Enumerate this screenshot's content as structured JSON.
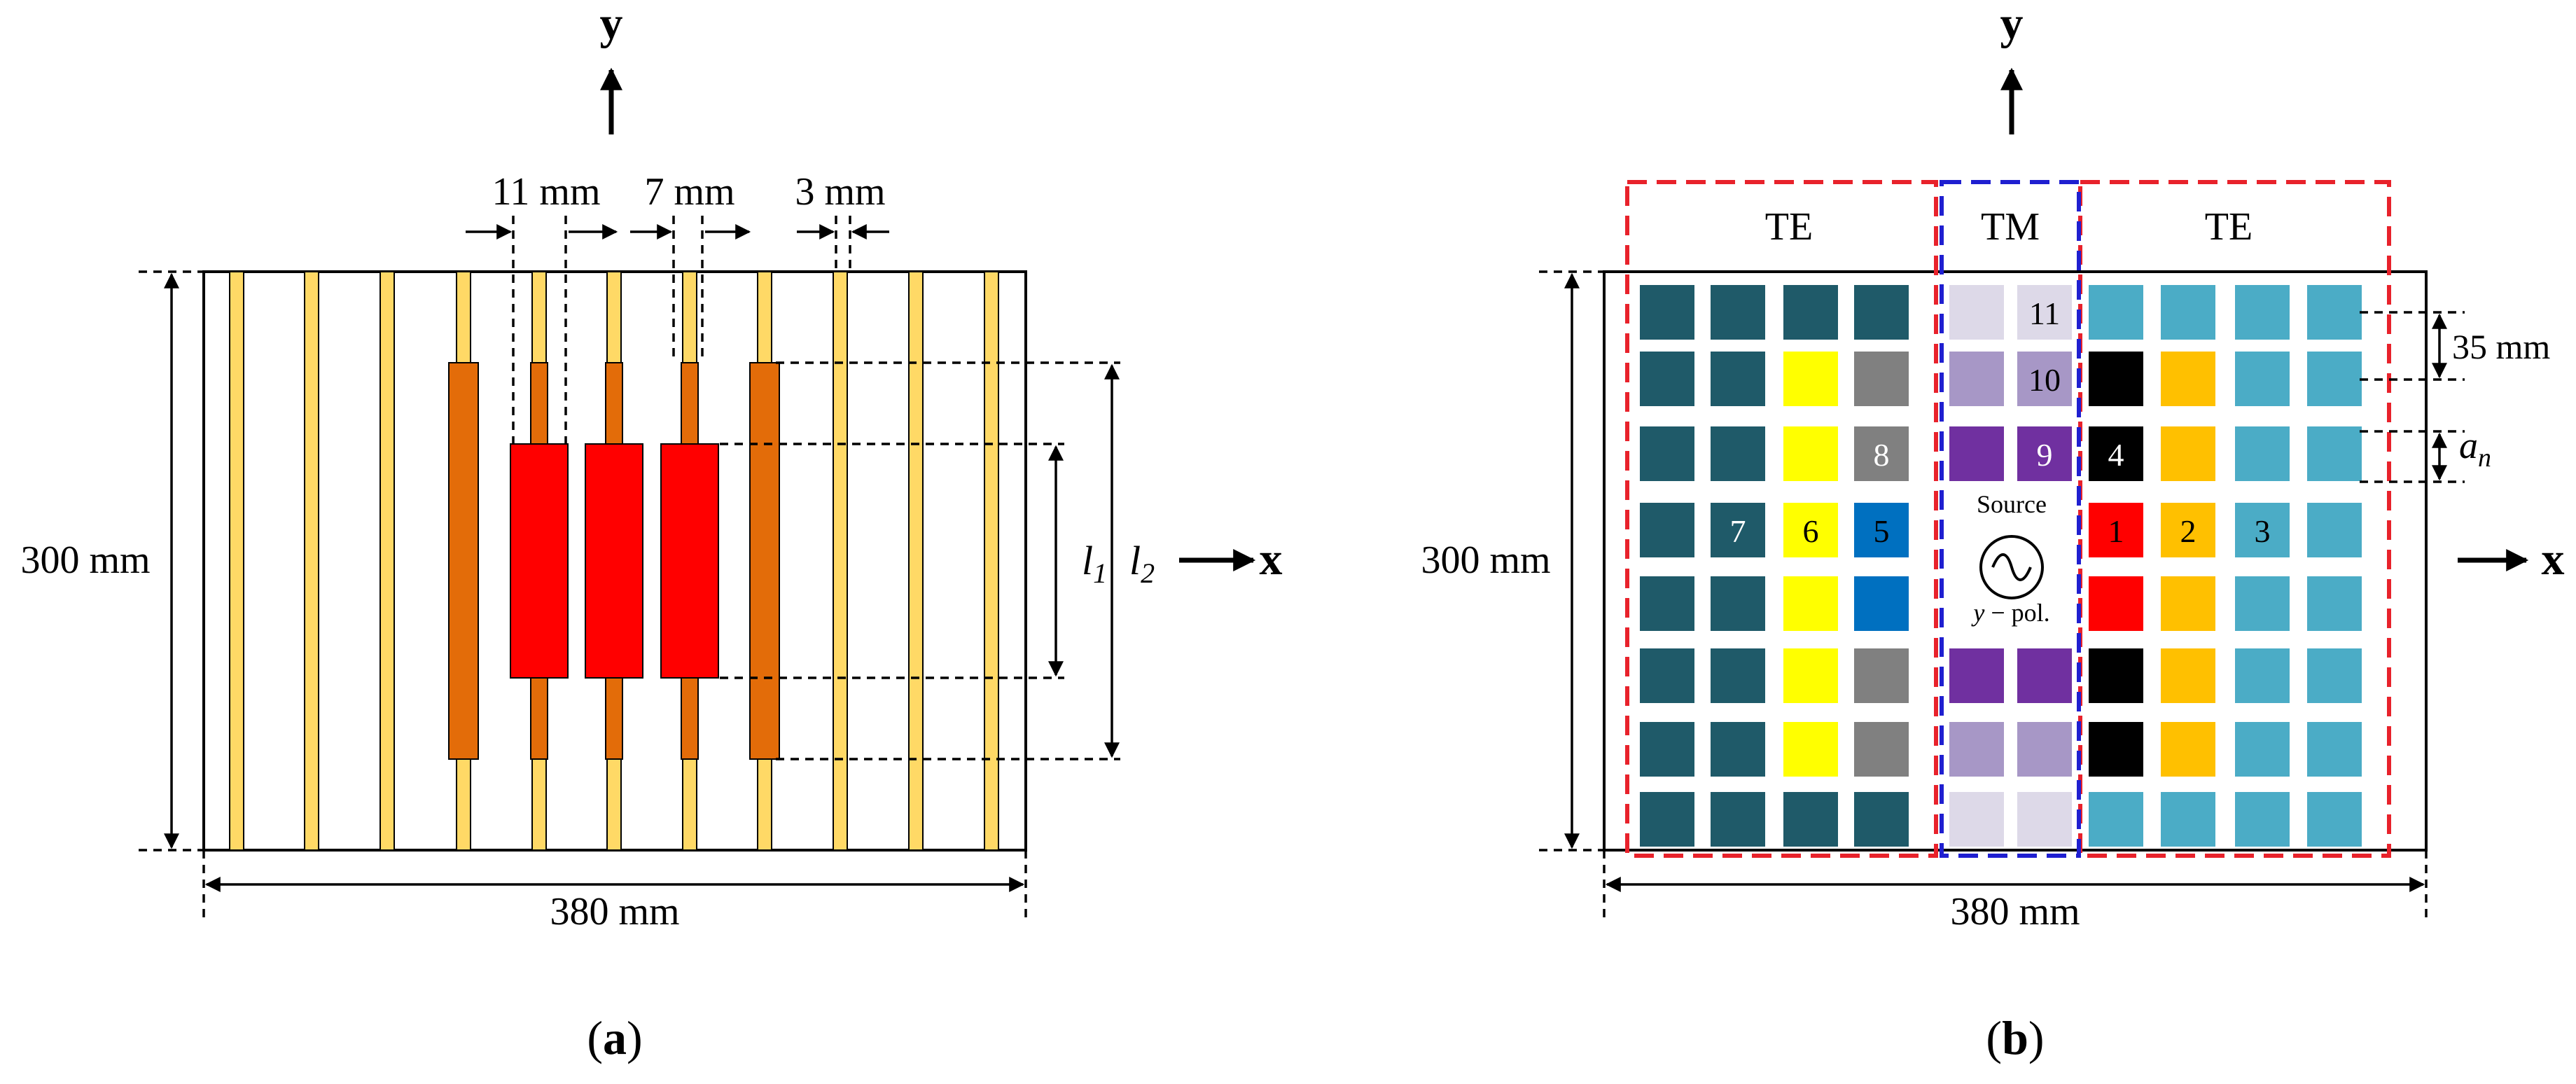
{
  "axes": {
    "x": "x",
    "y": "y"
  },
  "panel_a": {
    "caption_open": "(",
    "caption_letter": "a",
    "caption_close": ")",
    "dim_11": "11 mm",
    "dim_7": "7 mm",
    "dim_3": "3 mm",
    "height": "300 mm",
    "width": "380 mm",
    "l1": "l",
    "l1_sub": "1",
    "l2": "l",
    "l2_sub": "2",
    "colors": {
      "wire": "#FFD966",
      "mid": "#E36C09",
      "inner": "#FF0000",
      "outline": "#000000"
    }
  },
  "panel_b": {
    "caption_open": "(",
    "caption_letter": "b",
    "caption_close": ")",
    "te_left": "TE",
    "tm": "TM",
    "te_right": "TE",
    "height": "300 mm",
    "width": "380 mm",
    "period": "35 mm",
    "an": "a",
    "an_sub": "n",
    "source_label": "Source",
    "pol_y": "y",
    "pol_rest": " − pol.",
    "colors": {
      "te_box": "#E8222B",
      "tm_box": "#1F1FD0"
    },
    "grid": [
      [
        "#1F5A69",
        "#1F5A69",
        "#1F5A69",
        "#1F5A69",
        "#DDD9E8",
        "#DDD9E8",
        "#4BACC6",
        "#4BACC6",
        "#4BACC6",
        "#4BACC6"
      ],
      [
        "#1F5A69",
        "#1F5A69",
        "#FFFF00",
        "#808080",
        "#A797C6",
        "#A797C6",
        "#000000",
        "#FFC000",
        "#4BACC6",
        "#4BACC6"
      ],
      [
        "#1F5A69",
        "#1F5A69",
        "#FFFF00",
        "#808080",
        "#7030A0",
        "#7030A0",
        "#000000",
        "#FFC000",
        "#4BACC6",
        "#4BACC6"
      ],
      [
        "#1F5A69",
        "#1F5A69",
        "#FFFF00",
        "#0070C0",
        "",
        "",
        "#FF0000",
        "#FFC000",
        "#4BACC6",
        "#4BACC6"
      ],
      [
        "#1F5A69",
        "#1F5A69",
        "#FFFF00",
        "#0070C0",
        "",
        "",
        "#FF0000",
        "#FFC000",
        "#4BACC6",
        "#4BACC6"
      ],
      [
        "#1F5A69",
        "#1F5A69",
        "#FFFF00",
        "#808080",
        "#7030A0",
        "#7030A0",
        "#000000",
        "#FFC000",
        "#4BACC6",
        "#4BACC6"
      ],
      [
        "#1F5A69",
        "#1F5A69",
        "#FFFF00",
        "#808080",
        "#A797C6",
        "#A797C6",
        "#000000",
        "#FFC000",
        "#4BACC6",
        "#4BACC6"
      ],
      [
        "#1F5A69",
        "#1F5A69",
        "#1F5A69",
        "#1F5A69",
        "#DDD9E8",
        "#DDD9E8",
        "#4BACC6",
        "#4BACC6",
        "#4BACC6",
        "#4BACC6"
      ]
    ],
    "labels": [
      {
        "text": "11",
        "row": 0,
        "col": 5,
        "color": "#000000"
      },
      {
        "text": "10",
        "row": 1,
        "col": 5,
        "color": "#000000"
      },
      {
        "text": "8",
        "row": 2,
        "col": 3,
        "color": "#ffffff"
      },
      {
        "text": "9",
        "row": 2,
        "col": 5,
        "color": "#ffffff"
      },
      {
        "text": "4",
        "row": 2,
        "col": 6,
        "color": "#ffffff"
      },
      {
        "text": "7",
        "row": 3,
        "col": 1,
        "color": "#ffffff"
      },
      {
        "text": "6",
        "row": 3,
        "col": 2,
        "color": "#000000"
      },
      {
        "text": "5",
        "row": 3,
        "col": 3,
        "color": "#000000"
      },
      {
        "text": "1",
        "row": 3,
        "col": 6,
        "color": "#000000"
      },
      {
        "text": "2",
        "row": 3,
        "col": 7,
        "color": "#000000"
      },
      {
        "text": "3",
        "row": 3,
        "col": 8,
        "color": "#000000"
      }
    ]
  }
}
